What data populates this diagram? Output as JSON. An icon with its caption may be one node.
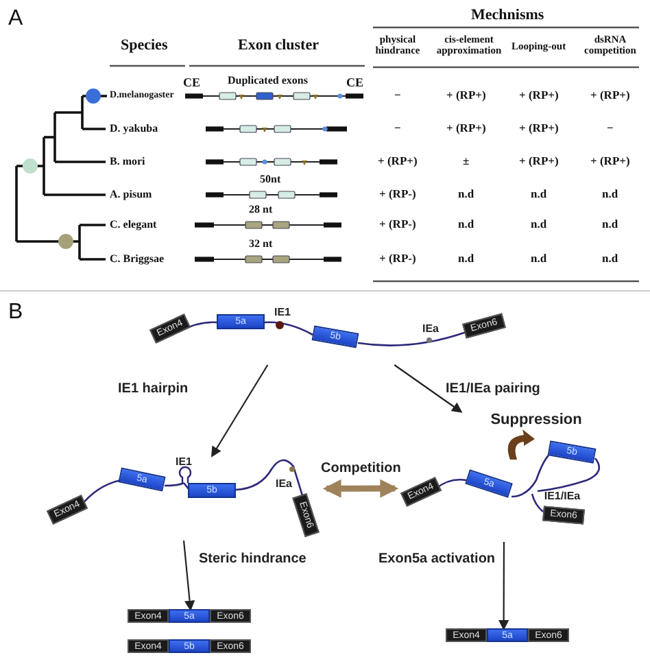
{
  "diagram": {
    "nodes": [
      {
        "text": [
          "Exon4",
          "5a",
          "IE1",
          "5b",
          "IEa",
          "Exon6"
        ]
      },
      {
        "text": [
          "Exon4",
          "5a",
          "IE1",
          "5b",
          "IEa",
          "Exon6"
        ]
      },
      {
        "text": [
          "Suppression",
          "Exon4",
          "5a",
          "5b",
          "IE1/IEa",
          "Exon6"
        ]
      },
      {
        "text": [
          "Exon4",
          "5a",
          "Exon6"
        ]
      },
      {
        "text": [
          "Exon4",
          "5b",
          "Exon6"
        ]
      },
      {
        "text": [
          "Exon4",
          "5a",
          "Exon6"
        ]
      }
    ],
    "edges": [
      {
        "from": 0,
        "to": 1,
        "arrow": "to",
        "label": "IE1 hairpin"
      },
      {
        "from": 0,
        "to": 2,
        "arrow": "to",
        "label": "IE1/IEa pairing"
      },
      {
        "from": 1,
        "to": 2,
        "arrow": "both",
        "label": "Competition",
        "style": "thick",
        "color": "#a0825a"
      },
      {
        "from": 1,
        "to": 3,
        "arrow": "to",
        "label": "Steric hindrance"
      },
      {
        "from": 2,
        "to": 5,
        "arrow": "to",
        "label": "Exon5a activation"
      }
    ],
    "labels": [
      "A",
      "Mechnisms",
      "Species",
      "Exon cluster",
      "physical hindrance",
      "cis-element approximation",
      "Looping-out",
      "dsRNA competition",
      "CE",
      "Duplicated exons",
      "CE",
      "D.melanogaster",
      "−",
      "+ (RP+)",
      "+ (RP+)",
      "+ (RP+)",
      "D. yakuba",
      "−",
      "+ (RP+)",
      "+ (RP+)",
      "−",
      "B. mori",
      "+ (RP+)",
      "±",
      "+ (RP+)",
      "+ (RP+)",
      "50nt",
      "A. pisum",
      "+ (RP-)",
      "n.d",
      "n.d",
      "n.d",
      "28 nt",
      "C. elegant",
      "+ (RP-)",
      "n.d",
      "n.d",
      "n.d",
      "32 nt",
      "C. Briggsae",
      "+ (RP-)",
      "n.d",
      "n.d",
      "n.d",
      "B"
    ]
  }
}
